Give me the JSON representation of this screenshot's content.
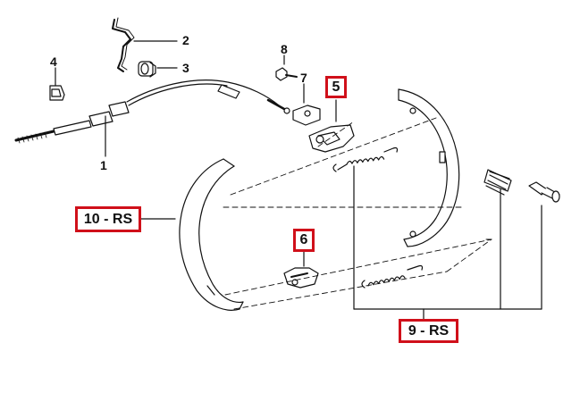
{
  "labels": {
    "cable": "1",
    "clip": "2",
    "grommet": "3",
    "bracket": "4",
    "expander_lever": "5",
    "adjuster": "6",
    "lever_link": "7",
    "bolt": "8",
    "spring_kit": "9 - RS",
    "brake_shoes": "10 - RS"
  },
  "highlight_color": "#d0101a",
  "line_color": "#111111"
}
